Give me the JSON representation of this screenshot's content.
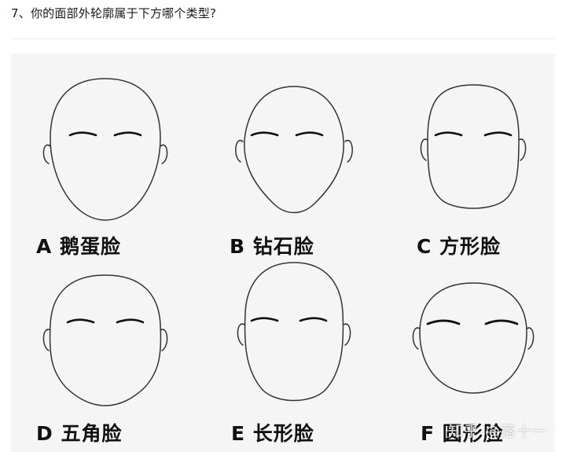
{
  "question": {
    "text": "7、你的面部外轮廓属于下方哪个类型?"
  },
  "faces": [
    {
      "id": "A",
      "label": "A 鹅蛋脸",
      "shape": "oval"
    },
    {
      "id": "B",
      "label": "B 钻石脸",
      "shape": "diamond"
    },
    {
      "id": "C",
      "label": "C 方形脸",
      "shape": "square"
    },
    {
      "id": "D",
      "label": "D 五角脸",
      "shape": "pentagon"
    },
    {
      "id": "E",
      "label": "E 长形脸",
      "shape": "long"
    },
    {
      "id": "F",
      "label": "F 圆形脸",
      "shape": "round"
    }
  ],
  "watermark": {
    "text": "知乎 @落十一"
  }
}
